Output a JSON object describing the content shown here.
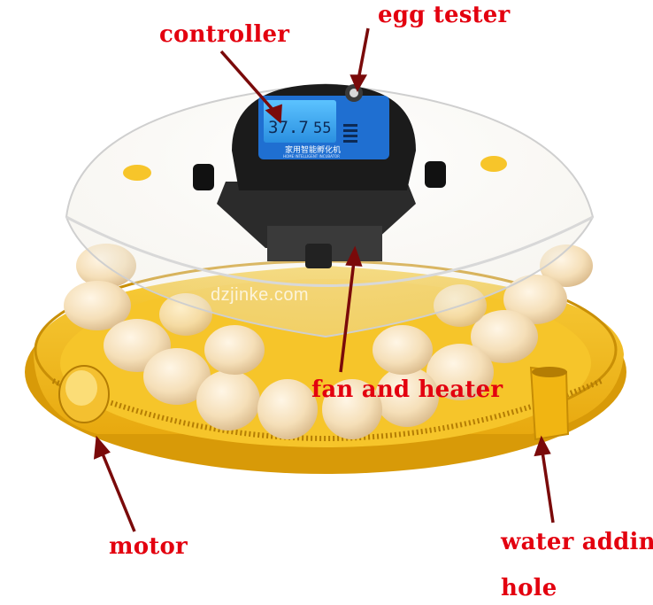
{
  "labels": {
    "egg_tester": "egg tester",
    "controller": "controller",
    "fan_and_heater": "fan and heater",
    "motor": "motor",
    "water_adding_line1": "water adding",
    "water_adding_line2": "hole"
  },
  "controller_display": {
    "temperature": "37.7",
    "humidity": "55",
    "brand_text": "家用智能孵化机",
    "brand_subtext": "HOME INTELLIGENT INCUBATOR"
  },
  "watermark": "dzjinke.com",
  "colors": {
    "label_red": "#e3000f",
    "arrow_dark_red": "#7a0a0a",
    "base_yellow": "#f4bd1c",
    "controller_blue": "#1f6fd1"
  }
}
